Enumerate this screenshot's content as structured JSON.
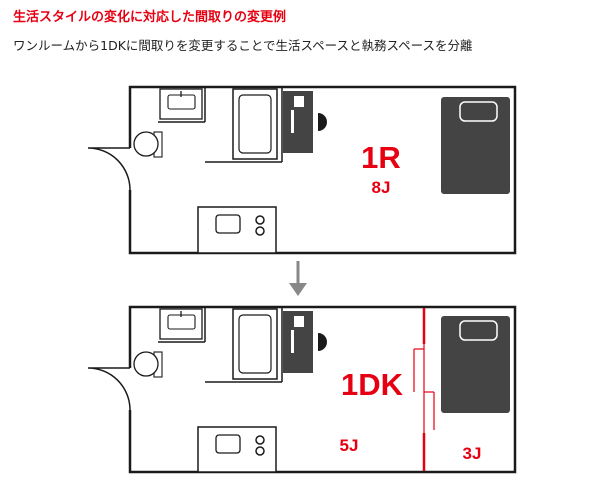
{
  "header": {
    "title": "生活スタイルの変化に対応した間取りの変更例",
    "subtitle": "ワンルームから1DKに間取りを変更することで生活スペースと執務スペースを分離"
  },
  "plans": {
    "before": {
      "layout_label": "1R",
      "size_label": "8J"
    },
    "after": {
      "layout_label": "1DK",
      "dining_size": "5J",
      "bedroom_size": "3J"
    }
  },
  "icons": {
    "arrow": "down-arrow-icon"
  },
  "colors": {
    "accent": "#e60012",
    "wall": "#1a1a1a",
    "furniture": "#444444",
    "arrow": "#888888"
  }
}
